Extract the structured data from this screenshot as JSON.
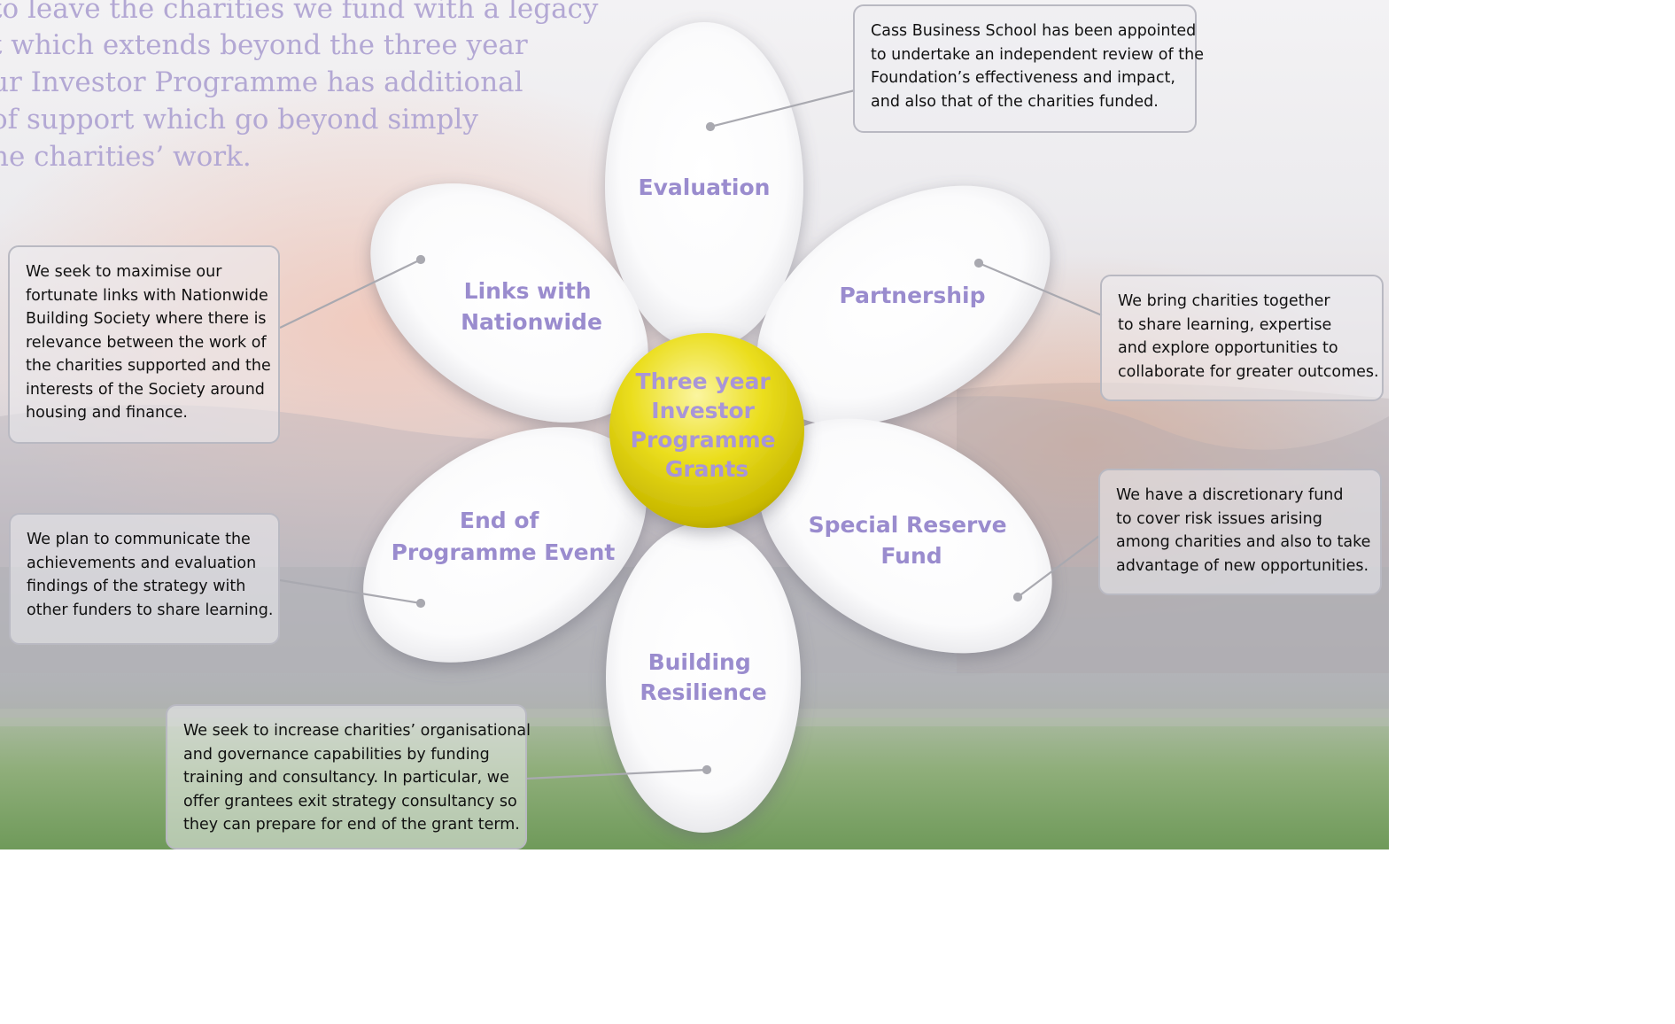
{
  "intro_lines": [
    "to leave the charities we fund with a legacy",
    "t which extends beyond the three year",
    "ur Investor Programme has additional",
    "of support which go beyond simply",
    "he charities’ work."
  ],
  "center_label": [
    "Three year",
    "Investor",
    "Programme",
    "Grants"
  ],
  "petals": {
    "evaluation": [
      "Evaluation"
    ],
    "partnership": [
      "Partnership"
    ],
    "special_reserve": [
      "Special Reserve",
      "Fund"
    ],
    "building_resilience": [
      "Building",
      "Resilience"
    ],
    "end_of_programme": [
      "End of",
      "Programme Event"
    ],
    "links_nationwide": [
      "Links with",
      "Nationwide"
    ]
  },
  "notes": {
    "evaluation": [
      "Cass Business School has been appointed",
      "to undertake an independent review of the",
      "Foundation’s effectiveness and impact,",
      "and also that of the charities funded."
    ],
    "partnership": [
      "We bring charities together",
      "to share learning, expertise",
      "and explore opportunities to",
      "collaborate for greater outcomes."
    ],
    "special_reserve": [
      "We have a discretionary fund",
      "to cover risk issues arising",
      "among charities and also to take",
      "advantage of new opportunities."
    ],
    "links_nationwide": [
      "We seek to maximise our",
      "fortunate links with Nationwide",
      "Building Society where there is",
      "relevance between the work of",
      "the charities supported and the",
      "interests of the Society around",
      "housing and finance."
    ],
    "end_of_programme": [
      "We plan to communicate the",
      "achievements and evaluation",
      "findings of the strategy with",
      "other funders to share learning."
    ],
    "building_resilience": [
      "We seek to increase charities’ organisational",
      "and governance capabilities by funding",
      "training and consultancy. In particular, we",
      "offer grantees exit strategy consultancy so",
      "they can prepare for end of the grant term."
    ]
  },
  "colors": {
    "petal": "#ffffff",
    "label": "#9a8cce",
    "center": "#e6d800",
    "connector": "#a9a9b0"
  }
}
